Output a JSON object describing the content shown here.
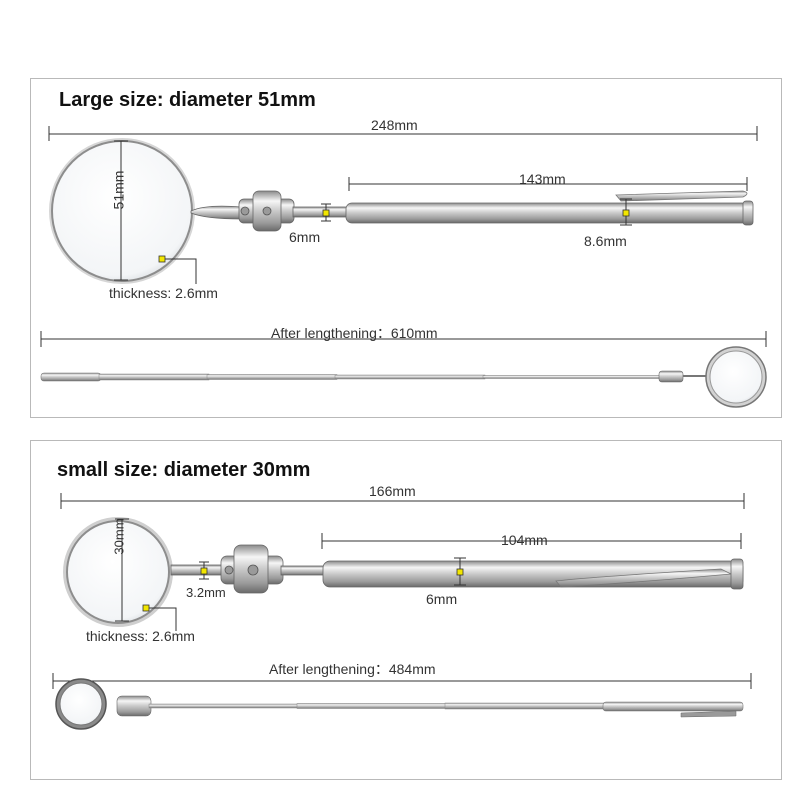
{
  "large": {
    "title": "Large size: diameter 51mm",
    "overall_length": "248mm",
    "handle_length": "143mm",
    "mirror_diameter": "51mm",
    "neck_diameter": "6mm",
    "handle_diameter": "8.6mm",
    "thickness": "thickness: 2.6mm",
    "extended": "After lengthening：610mm"
  },
  "small": {
    "title": "small size: diameter 30mm",
    "overall_length": "166mm",
    "handle_length": "104mm",
    "mirror_diameter": "30mm",
    "neck_diameter": "3.2mm",
    "handle_diameter": "6mm",
    "thickness": "thickness: 2.6mm",
    "extended": "After lengthening：484mm"
  },
  "colors": {
    "dimension_line": "#333333",
    "marker": "#f2e600",
    "steel_light": "#f4f4f4",
    "steel_dark": "#7a7a7a",
    "panel_border": "#b9b9b9"
  }
}
